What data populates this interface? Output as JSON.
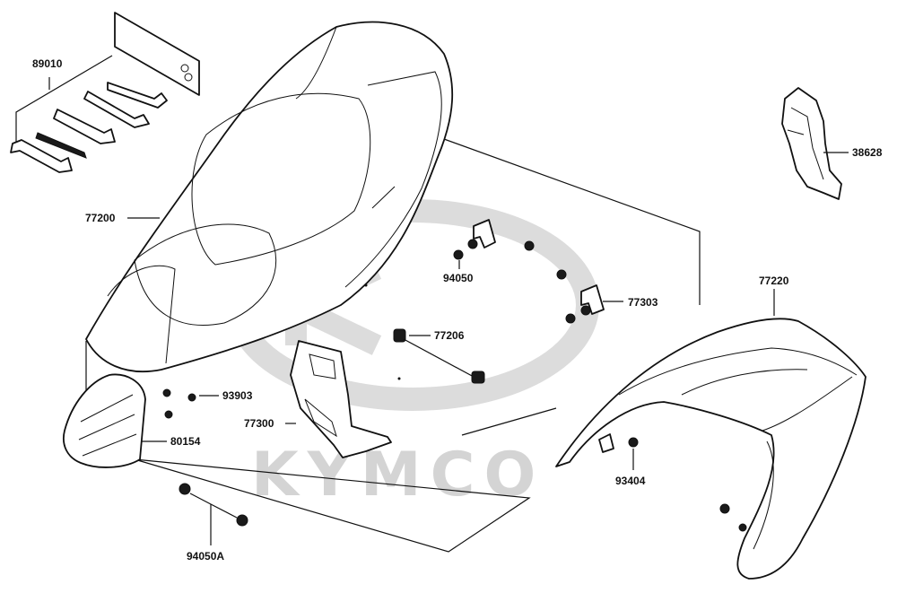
{
  "watermark": {
    "brand": "KYMCO",
    "color": "#d4d4d4"
  },
  "parts": [
    {
      "id": "89010",
      "label": "89010"
    },
    {
      "id": "77200",
      "label": "77200"
    },
    {
      "id": "94050",
      "label": "94050"
    },
    {
      "id": "77303",
      "label": "77303"
    },
    {
      "id": "77206",
      "label": "77206"
    },
    {
      "id": "93903",
      "label": "93903"
    },
    {
      "id": "77300",
      "label": "77300"
    },
    {
      "id": "80154",
      "label": "80154"
    },
    {
      "id": "94050A",
      "label": "94050A"
    },
    {
      "id": "38628",
      "label": "38628"
    },
    {
      "id": "77220",
      "label": "77220"
    },
    {
      "id": "93404",
      "label": "93404"
    }
  ]
}
